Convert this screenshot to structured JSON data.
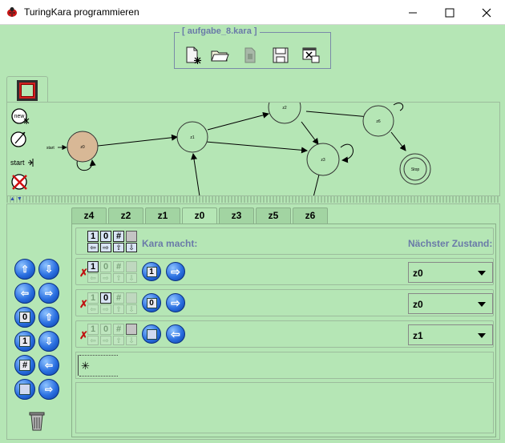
{
  "window": {
    "title": "TuringKara programmieren"
  },
  "toolbar": {
    "file_name": "[ aufgabe_8.kara ]",
    "buttons": [
      "new-file-icon",
      "open-folder-icon",
      "document-icon",
      "save-disk-icon",
      "close-window-icon"
    ]
  },
  "graph": {
    "start_label": "start",
    "tools": {
      "new_label": "new",
      "start_label": "start"
    },
    "states": [
      {
        "id": "z0",
        "label": "z0"
      },
      {
        "id": "z1",
        "label": "z1"
      },
      {
        "id": "z2",
        "label": "z2"
      },
      {
        "id": "z3",
        "label": "z3"
      },
      {
        "id": "z6",
        "label": "z6"
      },
      {
        "id": "stop",
        "label": "Stop"
      }
    ]
  },
  "palette": {
    "symbols": [
      "0",
      "1",
      "#"
    ]
  },
  "tabs": {
    "items": [
      "z4",
      "z2",
      "z1",
      "z0",
      "z3",
      "z5",
      "z6"
    ],
    "active": "z0"
  },
  "table": {
    "header": {
      "symbols": [
        "1",
        "0",
        "#",
        ""
      ],
      "kara_label": "Kara macht:",
      "next_label": "Nächster Zustand:"
    },
    "rows": [
      {
        "read": "1",
        "write": "1",
        "next": "z0"
      },
      {
        "read": "0",
        "write": "0",
        "next": "z0"
      },
      {
        "read": "",
        "write": "",
        "next": "z1"
      }
    ],
    "add_symbol": "✳"
  }
}
